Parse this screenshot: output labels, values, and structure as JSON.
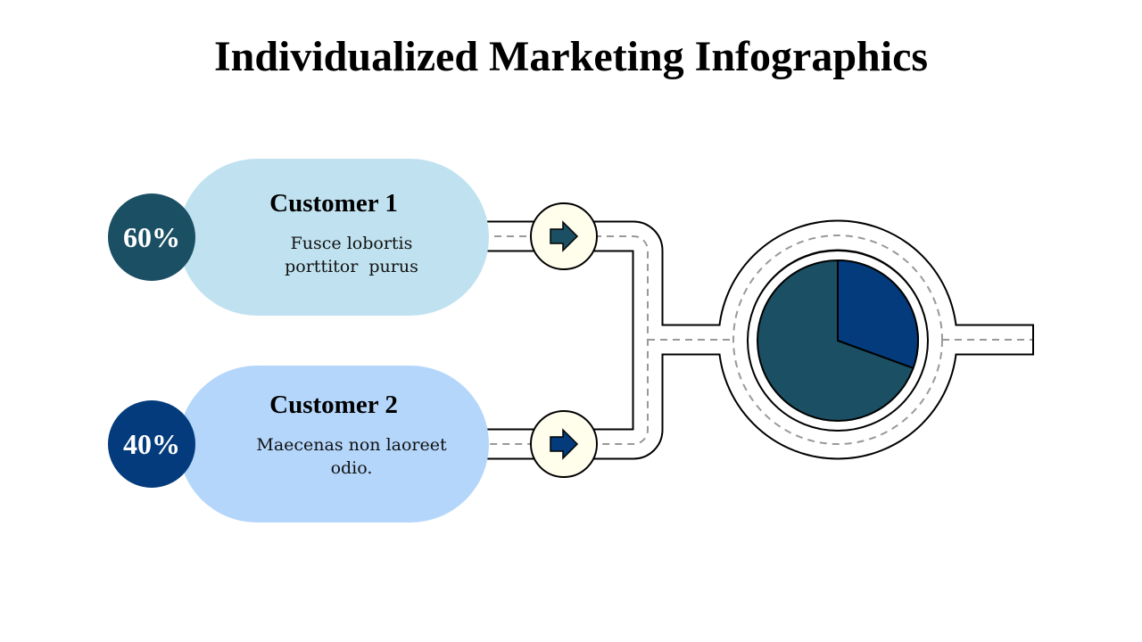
{
  "title": "Individualized Marketing Infographics",
  "customers": [
    {
      "name": "Customer 1",
      "percent": "60%",
      "desc_line1": "Fusce lobortis",
      "desc_line2": "porttitor  purus",
      "circle_color": "#1b4f63",
      "pill_color": "#c0e2f0"
    },
    {
      "name": "Customer 2",
      "percent": "40%",
      "desc_line1": "Maecenas non laoreet",
      "desc_line2": "odio.",
      "circle_color": "#033b7c",
      "pill_color": "#b4d6fb"
    }
  ],
  "colors": {
    "badge_fill": "#fffdec",
    "road_dash": "#999999"
  }
}
